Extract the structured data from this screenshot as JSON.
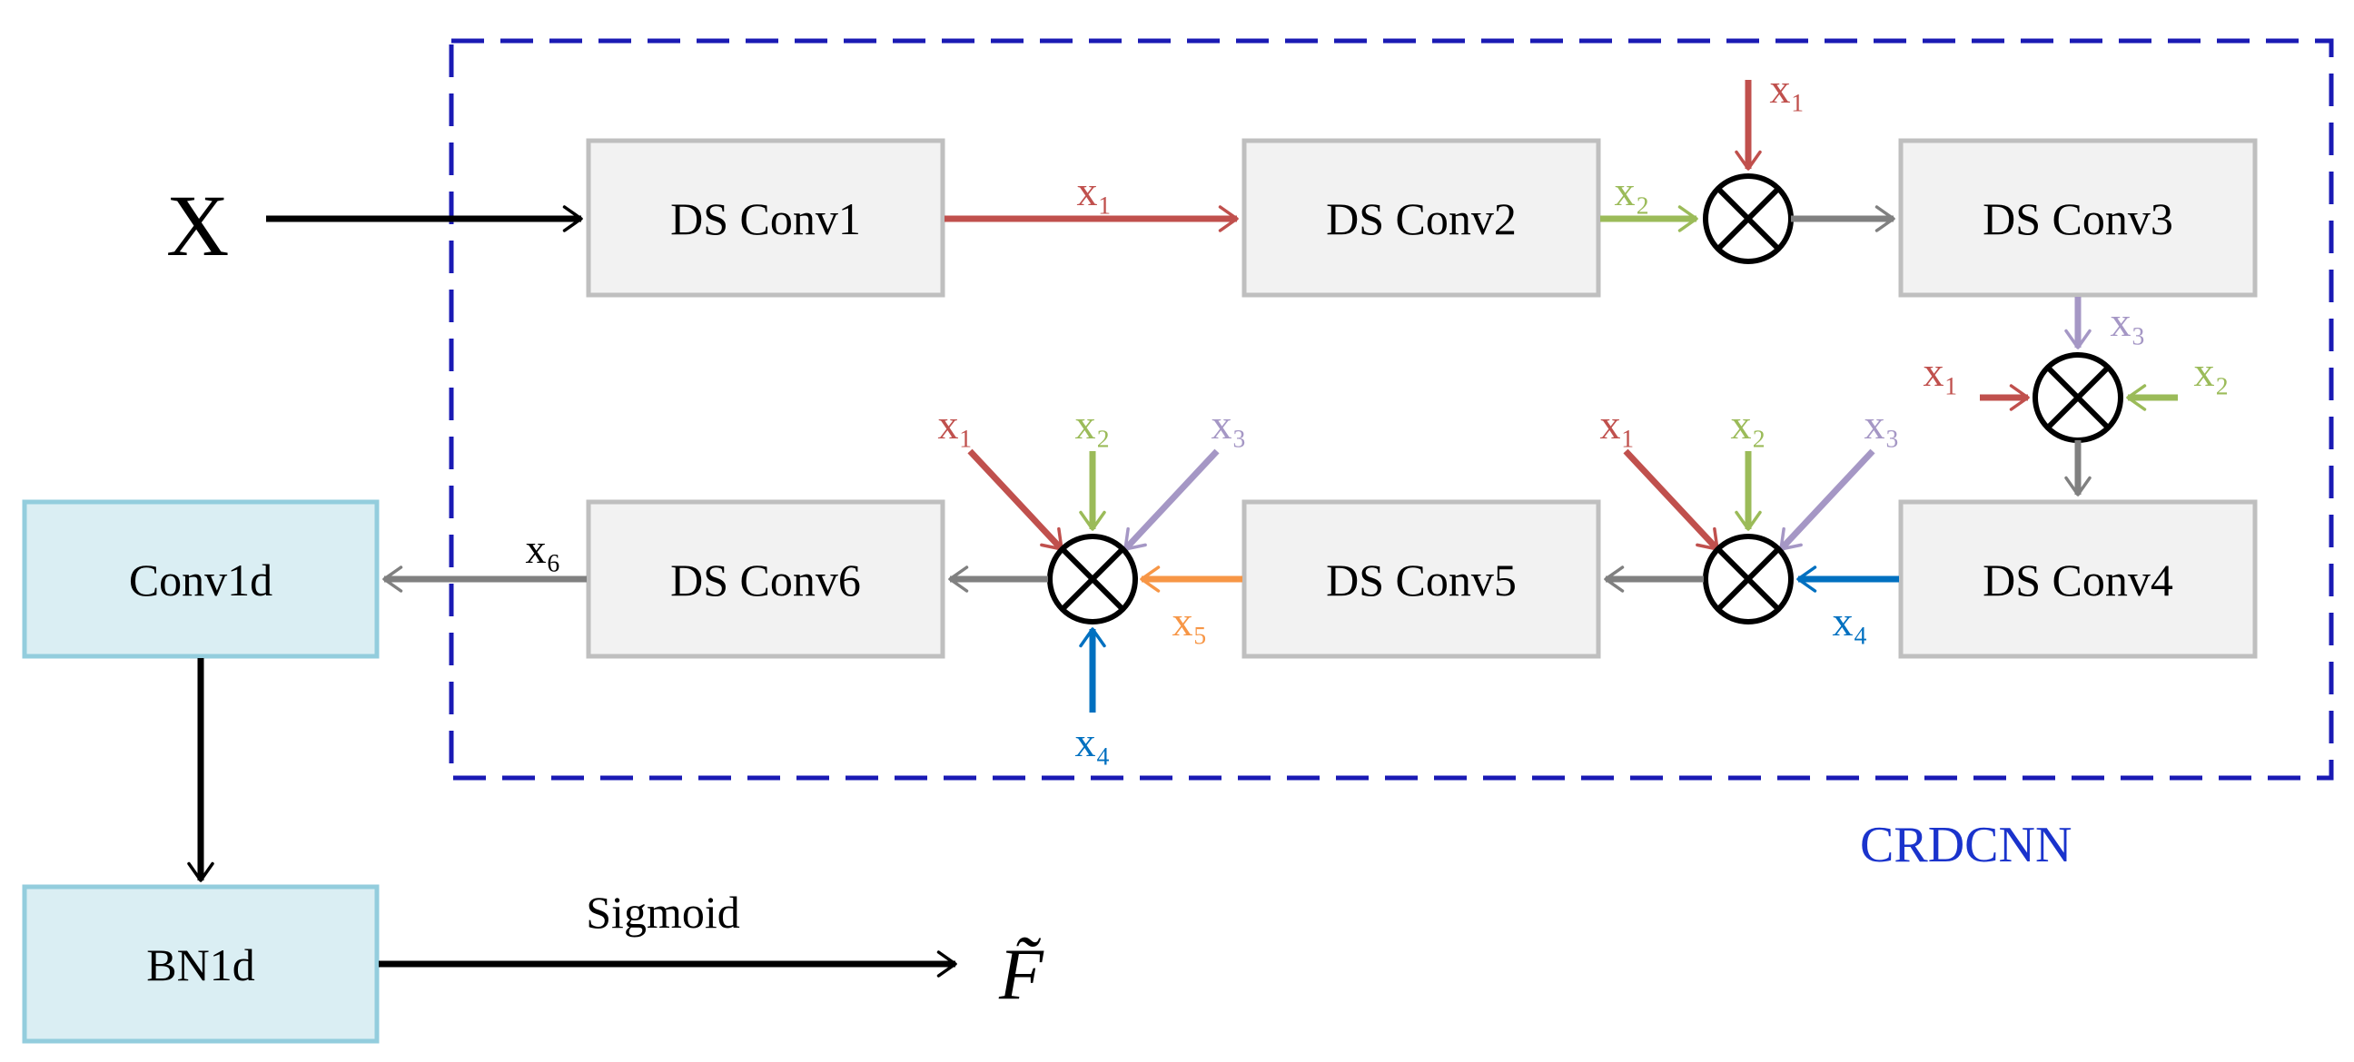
{
  "colors": {
    "red": "#c0504d",
    "green": "#9bbb59",
    "purple": "#a597c5",
    "blue": "#0070c0",
    "orange": "#f79646",
    "gray": "#808080",
    "black": "#000000",
    "dashed_border": "#1a1ab4",
    "group_label": "#1a33cc"
  },
  "input_label": "X",
  "output_label": "F̃",
  "group_label": "CRDCNN",
  "blocks": {
    "ds_conv1": "DS Conv1",
    "ds_conv2": "DS Conv2",
    "ds_conv3": "DS Conv3",
    "ds_conv4": "DS Conv4",
    "ds_conv5": "DS Conv5",
    "ds_conv6": "DS Conv6",
    "conv1d": "Conv1d",
    "bn1d": "BN1d"
  },
  "activation_label": "Sigmoid",
  "signals": {
    "x1": "x₁",
    "x2": "x₂",
    "x3": "x₃",
    "x4": "x₄",
    "x5": "x₅",
    "x6": "x₆"
  },
  "icons": {
    "multiply": "circled-times-icon"
  }
}
